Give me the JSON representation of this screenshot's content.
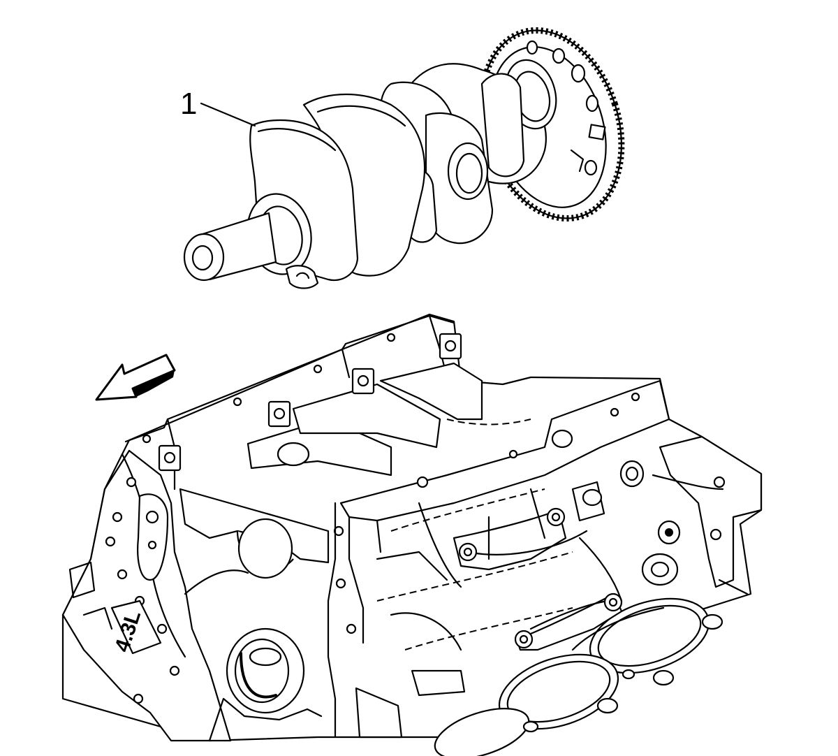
{
  "diagram": {
    "callouts": [
      {
        "number": "1",
        "part": "crankshaft"
      }
    ],
    "block_stamp": "4.3L",
    "arrow_direction": "front",
    "colors": {
      "line": "#000000",
      "background": "#ffffff"
    }
  }
}
